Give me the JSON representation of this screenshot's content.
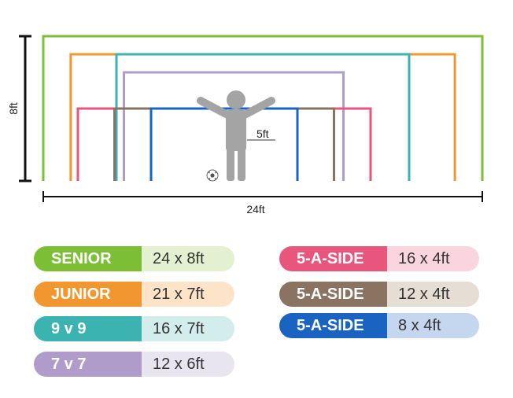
{
  "dimensions": {
    "height_label": "8ft",
    "width_label": "24ft",
    "figure_label": "5ft"
  },
  "colors": {
    "senior": "#7cbf34",
    "junior": "#f29630",
    "nine_v_nine": "#3bb3b0",
    "seven_v_seven": "#b09ccb",
    "five_pink": "#e8557d",
    "five_brown": "#8a7360",
    "five_blue": "#1b63c0",
    "figure": "#a4a4a4",
    "dimension_lines": "#111111"
  },
  "goals": [
    {
      "name": "SENIOR",
      "size": "24 x 8ft",
      "width_ft": 24,
      "height_ft": 8,
      "color": "#7cbf34",
      "light": "#e3f1d0"
    },
    {
      "name": "JUNIOR",
      "size": "21 x 7ft",
      "width_ft": 21,
      "height_ft": 7,
      "color": "#f29630",
      "light": "#fde4c8"
    },
    {
      "name": "9 v 9",
      "size": "16 x 7ft",
      "width_ft": 16,
      "height_ft": 7,
      "color": "#3bb3b0",
      "light": "#d3ecec"
    },
    {
      "name": "7 v 7",
      "size": "12 x 6ft",
      "width_ft": 12,
      "height_ft": 6,
      "color": "#b09ccb",
      "light": "#e9e5f0"
    },
    {
      "name": "5-A-SIDE",
      "size": "16 x 4ft",
      "width_ft": 16,
      "height_ft": 4,
      "color": "#e8557d",
      "light": "#fad4df"
    },
    {
      "name": "5-A-SIDE",
      "size": "12 x 4ft",
      "width_ft": 12,
      "height_ft": 4,
      "color": "#8a7360",
      "light": "#e6ddd5"
    },
    {
      "name": "5-A-SIDE",
      "size": "8 x 4ft",
      "width_ft": 8,
      "height_ft": 4,
      "color": "#1b63c0",
      "light": "#c4d7ef"
    }
  ]
}
